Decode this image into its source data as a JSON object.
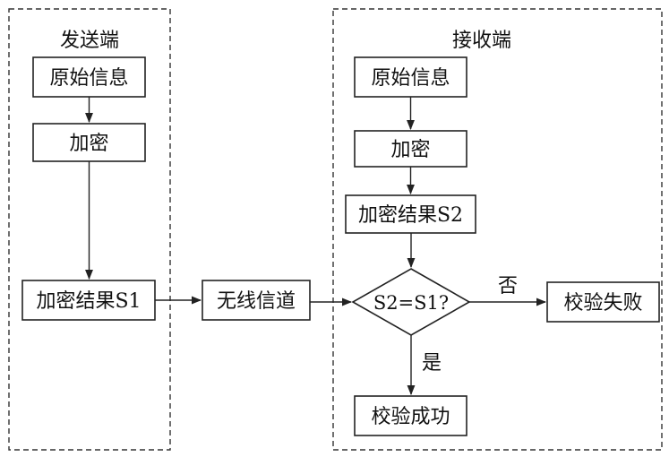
{
  "groups": {
    "sender": {
      "title": "发送端"
    },
    "receiver": {
      "title": "接收端"
    }
  },
  "nodes": {
    "s_original": "原始信息",
    "s_encrypt": "加密",
    "s_result": "加密结果S1",
    "channel": "无线信道",
    "r_original": "原始信息",
    "r_encrypt": "加密",
    "r_result": "加密结果S2",
    "decision": "S2=S1?",
    "fail": "校验失败",
    "success": "校验成功"
  },
  "edge_labels": {
    "no": "否",
    "yes": "是"
  }
}
